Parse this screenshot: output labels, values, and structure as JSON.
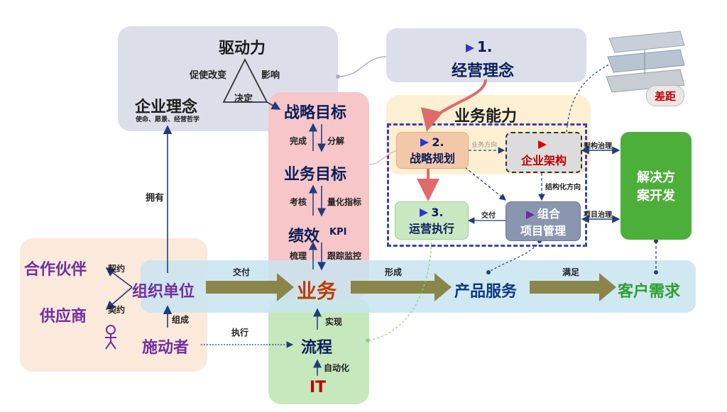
{
  "drivers": {
    "title": "驱动力",
    "promote": "促使改变",
    "influence": "影响",
    "decide": "决定",
    "philosophy": "企业理念",
    "philosophy_sub": "使命、愿景、经营哲学"
  },
  "concept": {
    "label": "1.",
    "title": "经营理念"
  },
  "gap": {
    "label": "差距"
  },
  "capability": {
    "title": "业务能力"
  },
  "strategy": {
    "label": "2.",
    "title": "战略规划"
  },
  "architecture": {
    "title": "企业架构"
  },
  "operations": {
    "label": "3.",
    "title": "运营执行"
  },
  "portfolio": {
    "title_line1": "组合",
    "title_line2": "项目管理"
  },
  "solution": {
    "title_line1": "解决方",
    "title_line2": "案开发"
  },
  "pink_column": {
    "strategic_goal": "战略目标",
    "complete": "完成",
    "decompose": "分解",
    "business_goal": "业务目标",
    "assess": "考核",
    "quantify": "量化指标",
    "performance": "绩效",
    "kpi": "KPI",
    "sort": "梳理",
    "track": "跟踪监控"
  },
  "green_column": {
    "process": "流程",
    "realize": "实现",
    "automate": "自动化",
    "it": "IT"
  },
  "flow": {
    "partner": "合作伙伴",
    "supplier": "供应商",
    "contract1": "契约",
    "contract2": "契约",
    "org": "组织单位",
    "deliver": "交付",
    "business": "业务",
    "form": "形成",
    "product": "产品服务",
    "satisfy": "满足",
    "customer": "客户需求",
    "compose": "组成",
    "actor": "施动者",
    "execute": "执行",
    "own": "拥有"
  },
  "edges": {
    "business_direction": "业务方向",
    "arch_governance": "架构治理",
    "structure_direction": "结构化方向",
    "deliver2": "交付",
    "project_governance": "项目治理"
  },
  "colors": {
    "purple": "#7030a0",
    "navy": "#0b3a82",
    "olive": "#7f7f3f",
    "red": "#c00000",
    "green": "#4caf3a"
  }
}
